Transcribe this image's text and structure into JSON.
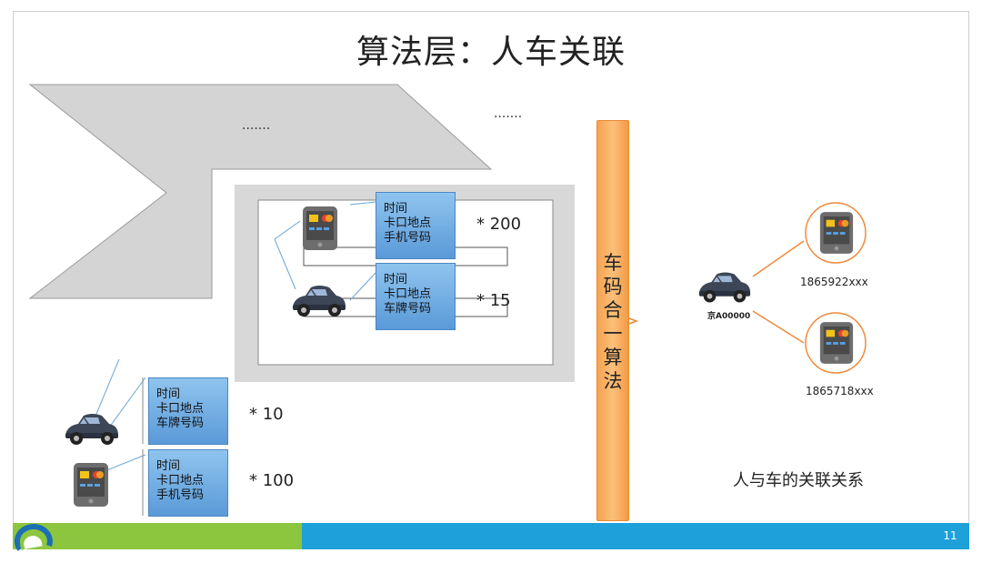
{
  "slide": {
    "title": "算法层：人车关联",
    "ellipsis_left": ".......",
    "ellipsis_right": ".......",
    "page_number": "11"
  },
  "records": {
    "phone_top": {
      "lines": [
        "时间",
        "卡口地点",
        "手机号码"
      ],
      "count": "* 200"
    },
    "car_top": {
      "lines": [
        "时间",
        "卡口地点",
        "车牌号码"
      ],
      "count": "* 15"
    },
    "car_bottom": {
      "lines": [
        "时间",
        "卡口地点",
        "车牌号码"
      ],
      "count": "* 10"
    },
    "phone_bottom": {
      "lines": [
        "时间",
        "卡口地点",
        "手机号码"
      ],
      "count": "* 100"
    }
  },
  "algorithm": {
    "label_chars": [
      "车",
      "码",
      "合",
      "一",
      "算",
      "法"
    ]
  },
  "association": {
    "plate": "京A00000",
    "phone1": "1865922xxx",
    "phone2": "1865718xxx",
    "caption": "人与车的关联关系"
  },
  "colors": {
    "accent_orange": "#f7a24f",
    "record_blue": "#5a9ad8",
    "footer_green": "#8cc63f",
    "footer_blue": "#1ea0db",
    "road_gray": "#d4d4d4"
  },
  "icons": [
    "phone-icon",
    "car-icon"
  ]
}
